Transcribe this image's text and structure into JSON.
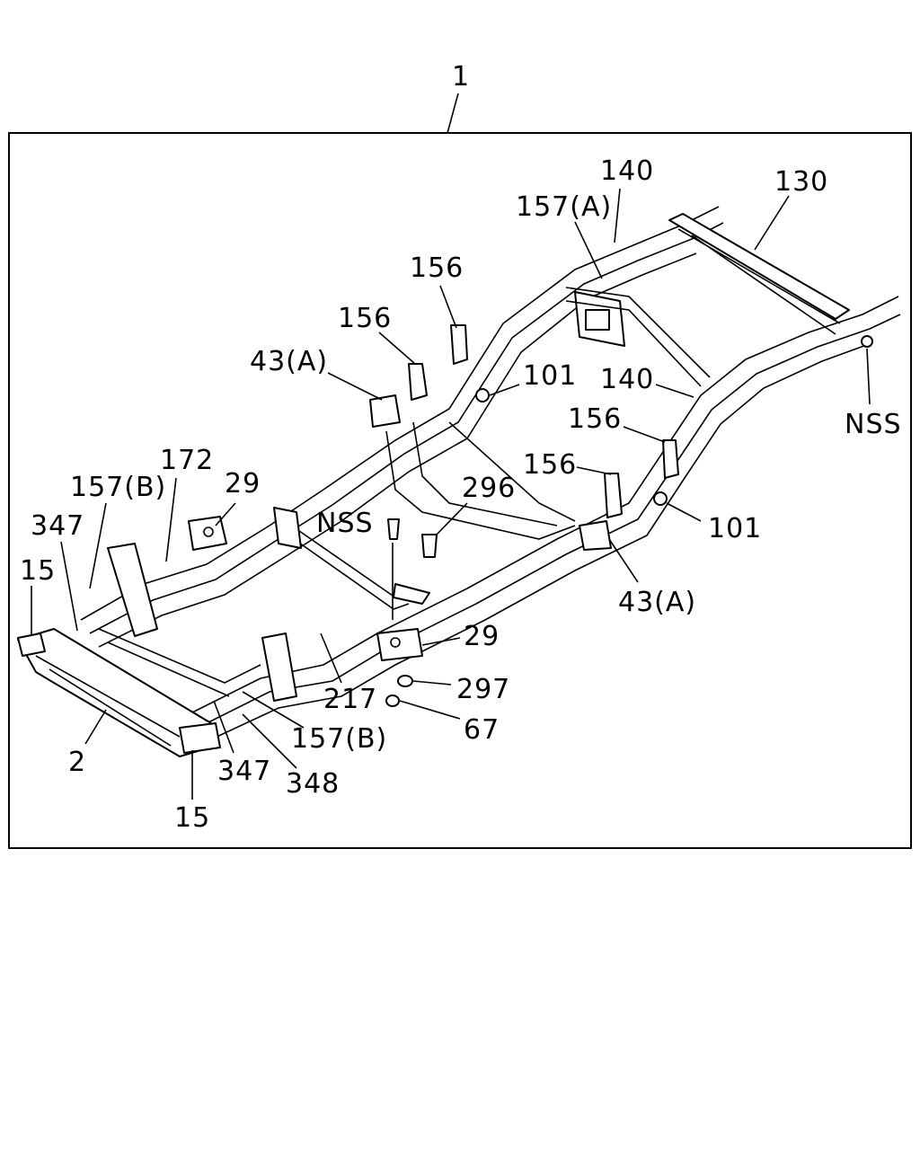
{
  "title_callout": "1",
  "callouts": {
    "c140_top": "140",
    "c130": "130",
    "c157a": "157(A)",
    "c156_a": "156",
    "c156_b": "156",
    "c43a_left": "43(A)",
    "c101_top": "101",
    "c140_mid": "140",
    "c156_c": "156",
    "c156_d": "156",
    "c101_right": "101",
    "c43a_right": "43(A)",
    "cnss_right": "NSS",
    "c172": "172",
    "c157b_left": "157(B)",
    "c29_left": "29",
    "c347_top": "347",
    "c15_left": "15",
    "cnss_mid": "NSS",
    "c296": "296",
    "c29_right": "29",
    "c297": "297",
    "c67": "67",
    "c217": "217",
    "c157b_bottom": "157(B)",
    "c2": "2",
    "c347_bottom": "347",
    "c348": "348",
    "c15_bottom": "15"
  }
}
